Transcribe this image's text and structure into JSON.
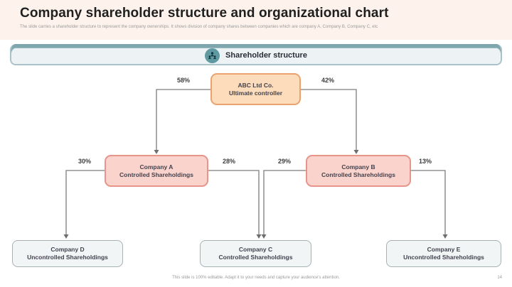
{
  "header": {
    "title": "Company shareholder structure and organizational chart",
    "subtitle": "The slide carries a shareholder structure to represent the company ownerships. It shows division of company shares between companies which are company A, Company B, Company C, etc"
  },
  "banner": {
    "label": "Shareholder structure",
    "icon": "people-group-icon"
  },
  "chart_data": {
    "type": "org-chart",
    "nodes": [
      {
        "id": "abc",
        "title": "ABC Ltd Co.",
        "subtitle": "Ultimate controller",
        "level": 0
      },
      {
        "id": "company-a",
        "title": "Company A",
        "subtitle": "Controlled Shareholdings",
        "level": 1
      },
      {
        "id": "company-b",
        "title": "Company B",
        "subtitle": "Controlled Shareholdings",
        "level": 1
      },
      {
        "id": "company-d",
        "title": "Company D",
        "subtitle": "Uncontrolled Shareholdings",
        "level": 2
      },
      {
        "id": "company-c",
        "title": "Company C",
        "subtitle": "Controlled Shareholdings",
        "level": 2
      },
      {
        "id": "company-e",
        "title": "Company E",
        "subtitle": "Uncontrolled Shareholdings",
        "level": 2
      }
    ],
    "edges": [
      {
        "from": "abc",
        "to": "company-a",
        "share": "58%"
      },
      {
        "from": "abc",
        "to": "company-b",
        "share": "42%"
      },
      {
        "from": "company-a",
        "to": "company-d",
        "share": "30%"
      },
      {
        "from": "company-a",
        "to": "company-c",
        "share": "28%"
      },
      {
        "from": "company-b",
        "to": "company-c",
        "share": "29%"
      },
      {
        "from": "company-b",
        "to": "company-e",
        "share": "13%"
      }
    ]
  },
  "footer": {
    "note": "This slide is 100% editable. Adapt it to your needs and capture your audience's attention.",
    "page": "14"
  },
  "colors": {
    "header_background": "#fdf2ec",
    "banner_fill": "#edf3f4",
    "banner_accent": "#7fa6ad",
    "icon_circle": "#5f99a1",
    "root_fill": "#fcdcba",
    "root_border": "#eca26e",
    "mid_fill": "#f9d3cc",
    "mid_border": "#e7948a",
    "leaf_fill": "#f1f5f6",
    "leaf_border": "#a7b1b4",
    "connector": "#7d7d7d"
  }
}
